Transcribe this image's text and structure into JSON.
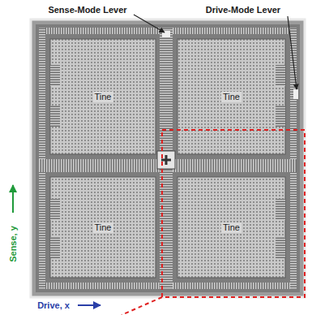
{
  "diagram": {
    "nodes": [
      {
        "text": [
          "Tine"
        ]
      },
      {
        "text": [
          "Tine"
        ]
      },
      {
        "text": [
          "Tine"
        ]
      },
      {
        "text": [
          "Tine"
        ]
      }
    ],
    "labels": [
      "Sense-Mode Lever",
      "Drive-Mode Lever",
      "Sense, y",
      "Drive, x"
    ]
  }
}
